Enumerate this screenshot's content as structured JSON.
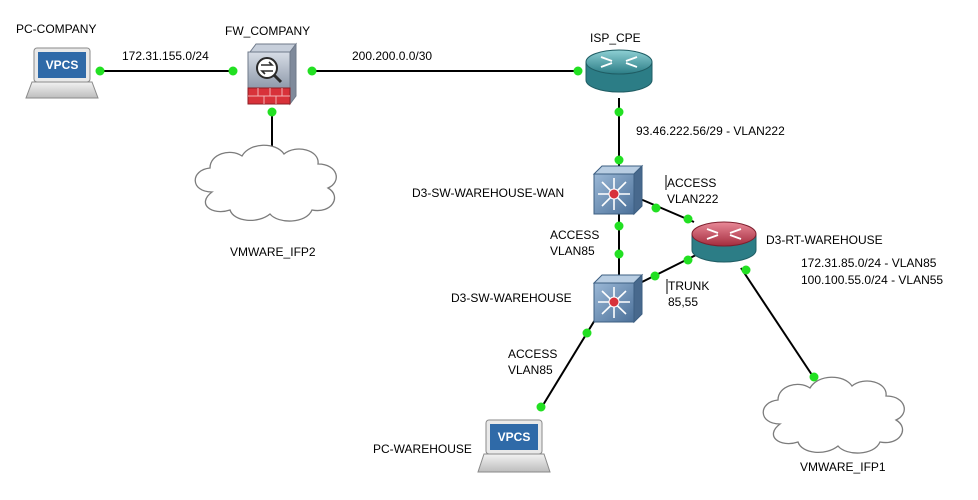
{
  "colors": {
    "link": "#000000",
    "port": "#22e022",
    "router_teal": "#3a8f96",
    "router_red": "#b8384a",
    "switch_blue": "#5f86ad",
    "firewall_red": "#d8323a",
    "cloud": "#ffffff"
  },
  "nodes": {
    "pc_company": {
      "label": "PC-COMPANY",
      "screen_text": "VPCS",
      "icon": "pc-icon"
    },
    "fw_company": {
      "label": "FW_COMPANY",
      "icon": "firewall-icon"
    },
    "isp_cpe": {
      "label": "ISP_CPE",
      "icon": "router-icon"
    },
    "vmware_ifp2": {
      "label": "VMWARE_IFP2",
      "icon": "cloud-icon"
    },
    "sw_wan": {
      "label": "D3-SW-WAREHOUSE-WAN",
      "icon": "multilayer-switch-icon"
    },
    "rt_warehouse": {
      "label": "D3-RT-WAREHOUSE",
      "icon": "router-icon"
    },
    "sw_warehouse": {
      "label": "D3-SW-WAREHOUSE",
      "icon": "multilayer-switch-icon"
    },
    "pc_warehouse": {
      "label": "PC-WAREHOUSE",
      "screen_text": "VPCS",
      "icon": "pc-icon"
    },
    "vmware_ifp1": {
      "label": "VMWARE_IFP1",
      "icon": "cloud-icon"
    }
  },
  "links": {
    "pc_fw": "172.31.155.0/24",
    "fw_isp": "200.200.0.0/30",
    "isp_swwan": "93.46.222.56/29 - VLAN222",
    "swwan_rt": [
      "ACCESS",
      "VLAN222"
    ],
    "swwan_sw": [
      "ACCESS",
      "VLAN85"
    ],
    "sw_rt": [
      "TRUNK",
      "85,55"
    ],
    "sw_pc": [
      "ACCESS",
      "VLAN85"
    ],
    "rt_nets": [
      "172.31.85.0/24 - VLAN85",
      "100.100.55.0/24 - VLAN55"
    ]
  }
}
